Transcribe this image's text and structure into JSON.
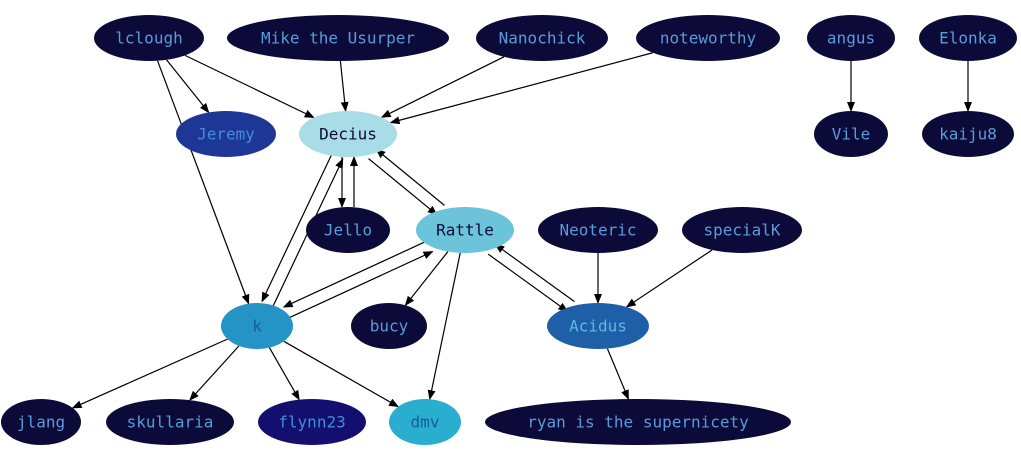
{
  "nodes": {
    "lclough": {
      "label": "lclough",
      "fill": "#0c0a38",
      "text": "#5a9bd8"
    },
    "mike": {
      "label": "Mike the Usurper",
      "fill": "#0c0a38",
      "text": "#5a9bd8"
    },
    "nanochick": {
      "label": "Nanochick",
      "fill": "#0c0a38",
      "text": "#5a9bd8"
    },
    "noteworthy": {
      "label": "noteworthy",
      "fill": "#0c0a38",
      "text": "#5a9bd8"
    },
    "angus": {
      "label": "angus",
      "fill": "#0c0a38",
      "text": "#5a9bd8"
    },
    "elonka": {
      "label": "Elonka",
      "fill": "#0c0a38",
      "text": "#5a9bd8"
    },
    "jeremy": {
      "label": "Jeremy",
      "fill": "#1e3796",
      "text": "#3f8ed6"
    },
    "decius": {
      "label": "Decius",
      "fill": "#a8dce6",
      "text": "#0c0a38"
    },
    "vile": {
      "label": "Vile",
      "fill": "#0c0a38",
      "text": "#5a9bd8"
    },
    "kaiju8": {
      "label": "kaiju8",
      "fill": "#0c0a38",
      "text": "#5a9bd8"
    },
    "jello": {
      "label": "Jello",
      "fill": "#0c0a38",
      "text": "#5a9bd8"
    },
    "rattle": {
      "label": "Rattle",
      "fill": "#6cc4da",
      "text": "#0c0a38"
    },
    "neoteric": {
      "label": "Neoteric",
      "fill": "#0c0a38",
      "text": "#5a9bd8"
    },
    "specialk": {
      "label": "specialK",
      "fill": "#0c0a38",
      "text": "#5a9bd8"
    },
    "k": {
      "label": "k",
      "fill": "#2494c6",
      "text": "#1c5aa0"
    },
    "bucy": {
      "label": "bucy",
      "fill": "#0c0a38",
      "text": "#5a9bd8"
    },
    "acidus": {
      "label": "Acidus",
      "fill": "#1f5fa8",
      "text": "#5fb8df"
    },
    "jlang": {
      "label": "jlang",
      "fill": "#0c0a38",
      "text": "#5a9bd8"
    },
    "skullaria": {
      "label": "skullaria",
      "fill": "#0c0a38",
      "text": "#5a9bd8"
    },
    "flynn23": {
      "label": "flynn23",
      "fill": "#120f6e",
      "text": "#3f8ed6"
    },
    "dmv": {
      "label": "dmv",
      "fill": "#2aaed0",
      "text": "#1c5aa0"
    },
    "ryan": {
      "label": "ryan is the supernicety",
      "fill": "#0c0a38",
      "text": "#5a9bd8"
    }
  },
  "edges": [
    [
      "lclough",
      "jeremy"
    ],
    [
      "lclough",
      "decius"
    ],
    [
      "lclough",
      "k"
    ],
    [
      "mike",
      "decius"
    ],
    [
      "nanochick",
      "decius"
    ],
    [
      "noteworthy",
      "decius"
    ],
    [
      "angus",
      "vile"
    ],
    [
      "elonka",
      "kaiju8"
    ],
    [
      "decius",
      "jello"
    ],
    [
      "jello",
      "decius"
    ],
    [
      "decius",
      "rattle"
    ],
    [
      "rattle",
      "decius"
    ],
    [
      "decius",
      "k"
    ],
    [
      "k",
      "decius"
    ],
    [
      "rattle",
      "k"
    ],
    [
      "k",
      "rattle"
    ],
    [
      "rattle",
      "bucy"
    ],
    [
      "rattle",
      "dmv"
    ],
    [
      "rattle",
      "acidus"
    ],
    [
      "acidus",
      "rattle"
    ],
    [
      "neoteric",
      "acidus"
    ],
    [
      "specialk",
      "acidus"
    ],
    [
      "acidus",
      "ryan"
    ],
    [
      "k",
      "jlang"
    ],
    [
      "k",
      "skullaria"
    ],
    [
      "k",
      "flynn23"
    ],
    [
      "k",
      "dmv"
    ]
  ]
}
